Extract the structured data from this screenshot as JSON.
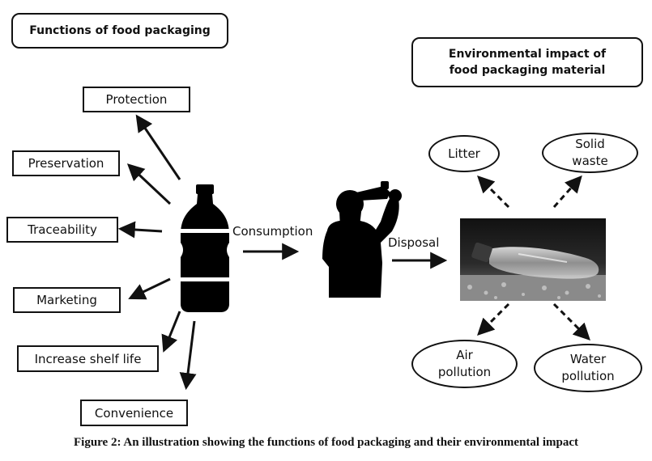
{
  "functions_title": "Functions of food packaging",
  "environment_title": "Environmental impact of\nfood packaging material",
  "functions": [
    "Protection",
    "Preservation",
    "Traceability",
    "Marketing",
    "Increase shelf life",
    "Convenience"
  ],
  "flow_labels": {
    "consumption": "Consumption",
    "disposal": "Disposal"
  },
  "impacts": [
    "Litter",
    "Solid\nwaste",
    "Air\npollution",
    "Water\npollution"
  ],
  "caption": "Figure 2: An illustration showing the functions of food packaging and their environmental impact"
}
